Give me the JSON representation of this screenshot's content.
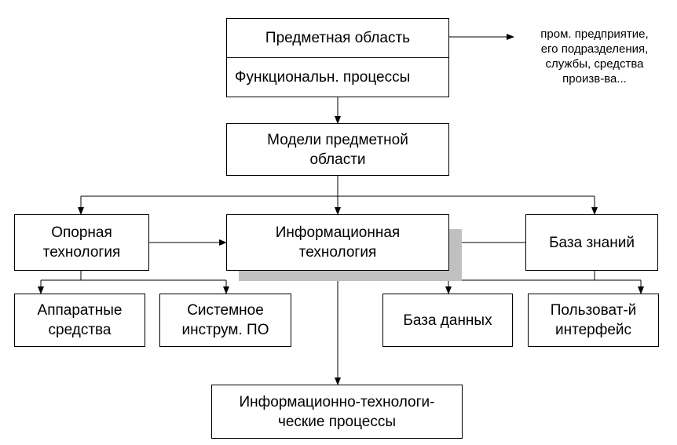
{
  "nodes": {
    "subject_area": "Предметная область",
    "functional_processes": "Функциональн. процессы",
    "domain_models": "Модели предметной\nобласти",
    "base_technology": "Опорная\nтехнология",
    "info_technology": "Информационная\nтехнология",
    "knowledge_base": "База знаний",
    "hardware": "Аппаратные\nсредства",
    "system_software": "Системное\nинструм. ПО",
    "database": "База данных",
    "user_interface": "Пользоват-й\nинтерфейс",
    "it_processes": "Информационно-технологи-\nческие процессы"
  },
  "annotation": "пром. предприятие,\nего подразделения,\nслужбы, средства\nпроизв-ва..."
}
